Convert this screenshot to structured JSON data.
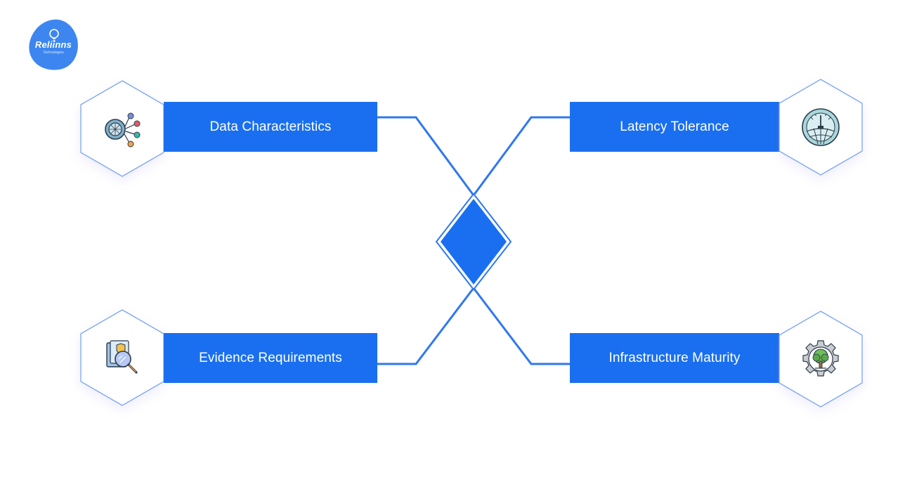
{
  "brand": {
    "name": "Reliinns",
    "tagline": "Technologies",
    "logo_color": "#3d86f0",
    "logo_icon": "lightbulb-icon"
  },
  "colors": {
    "accent": "#1a6ff0",
    "line": "#2f78ee",
    "hex_border": "#7aa6f2"
  },
  "factors": {
    "data_characteristics": {
      "label": "Data Characteristics",
      "icon": "data-network-icon"
    },
    "latency_tolerance": {
      "label": "Latency Tolerance",
      "icon": "gauge-globe-icon"
    },
    "evidence_requirements": {
      "label": "Evidence Requirements",
      "icon": "magnifier-document-icon"
    },
    "infrastructure_maturity": {
      "label": "Infrastructure Maturity",
      "icon": "gear-tree-icon"
    }
  }
}
